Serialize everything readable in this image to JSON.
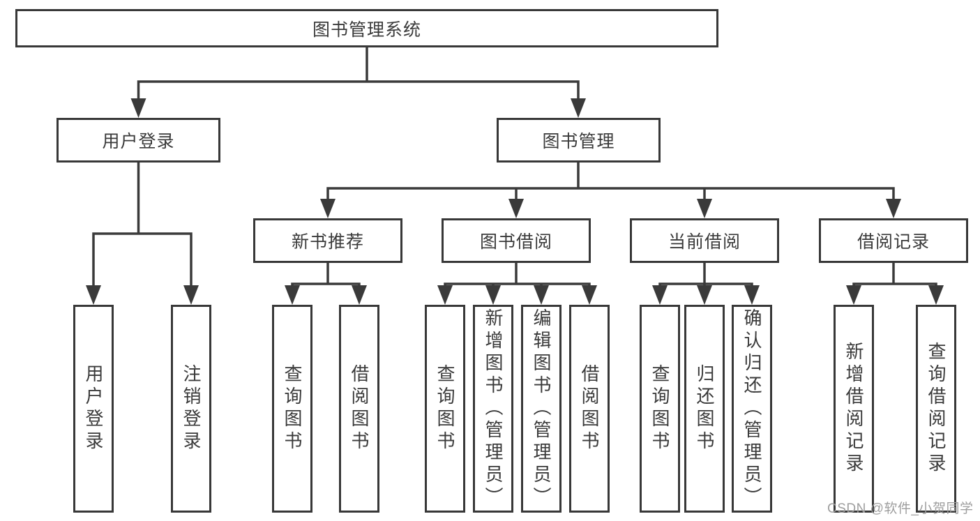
{
  "diagram_title": "图书管理系统",
  "tree": {
    "label": "图书管理系统",
    "children": [
      {
        "label": "用户登录",
        "children": [
          {
            "label": "用户登录"
          },
          {
            "label": "注销登录"
          }
        ]
      },
      {
        "label": "图书管理",
        "children": [
          {
            "label": "新书推荐",
            "children": [
              {
                "label": "查询图书"
              },
              {
                "label": "借阅图书"
              }
            ]
          },
          {
            "label": "图书借阅",
            "children": [
              {
                "label": "查询图书"
              },
              {
                "label": "新增图书（管理员）"
              },
              {
                "label": "编辑图书（管理员）"
              },
              {
                "label": "借阅图书"
              }
            ]
          },
          {
            "label": "当前借阅",
            "children": [
              {
                "label": "查询图书"
              },
              {
                "label": "归还图书"
              },
              {
                "label": "确认归还（管理员）"
              }
            ]
          },
          {
            "label": "借阅记录",
            "children": [
              {
                "label": "新增借阅记录"
              },
              {
                "label": "查询借阅记录"
              }
            ]
          }
        ]
      }
    ]
  },
  "watermark": {
    "text": "CSDN @软件_小贺同学"
  },
  "colors": {
    "line": "#3a3a3a",
    "box_border": "#383838",
    "text": "#3a3a3a",
    "background": "#ffffff",
    "watermark": "#9e9e9e"
  }
}
